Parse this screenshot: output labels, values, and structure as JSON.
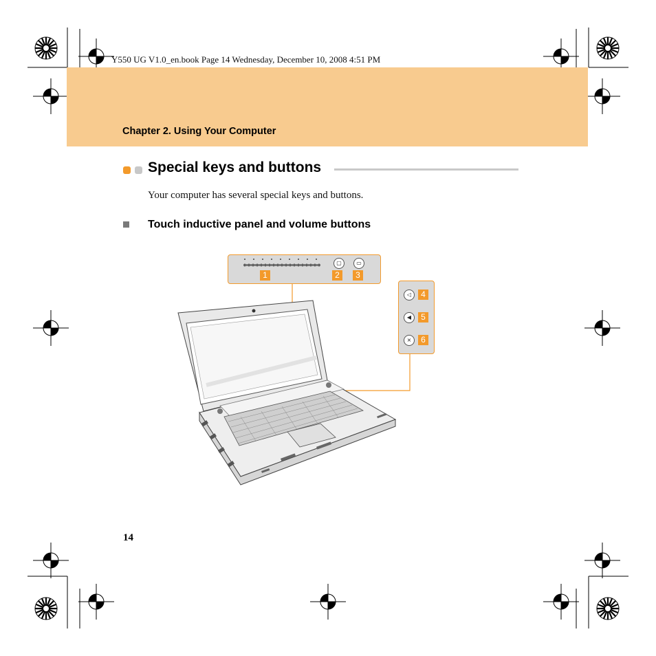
{
  "page": {
    "slug": "Y550 UG V1.0_en.book  Page 14  Wednesday, December 10, 2008  4:51 PM",
    "chapter": "Chapter 2. Using Your Computer",
    "section_title": "Special keys and buttons",
    "intro": "Your computer has several special keys and buttons.",
    "subsection_title": "Touch inductive panel and volume buttons",
    "page_number": "14"
  },
  "figure": {
    "callouts": [
      "1",
      "2",
      "3",
      "4",
      "5",
      "6"
    ],
    "icons": {
      "button_2": "program-launch-icon",
      "button_3": "media-icon",
      "button_4": "volume-down-icon",
      "button_5": "volume-up-icon",
      "button_6": "mute-icon"
    }
  },
  "colors": {
    "header_band": "#f8cb8f",
    "accent_orange": "#f39a2b",
    "panel_gray": "#d9d9d9",
    "rule_gray": "#c8c8c8"
  }
}
